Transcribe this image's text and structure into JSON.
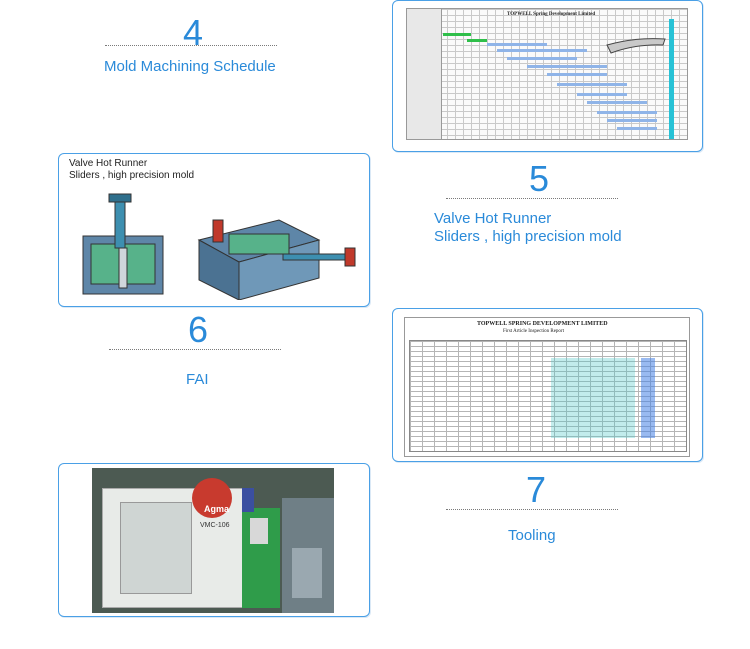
{
  "sections": {
    "s4": {
      "number": "4",
      "caption": "Mold Machining Schedule"
    },
    "s5": {
      "number": "5",
      "caption_line1": "Valve Hot Runner",
      "caption_line2": "Sliders , high precision mold"
    },
    "s6": {
      "number": "6",
      "caption": "FAI"
    },
    "s7": {
      "number": "7",
      "caption": "Tooling"
    }
  },
  "images": {
    "schedule": {
      "title": "TOPWELL Spring Development Limited"
    },
    "hot_runner": {
      "line1": "Valve Hot Runner",
      "line2": "Sliders , high precision mold"
    },
    "fai": {
      "title": "TOPWELL SPRING DEVELOPMENT LIMITED",
      "subtitle": "First Article Inspection Report"
    },
    "machine": {
      "brand": "Agma",
      "model": "VMC-106"
    }
  },
  "colors": {
    "accent": "#2a8ad9",
    "frame": "#4aa0e6"
  }
}
